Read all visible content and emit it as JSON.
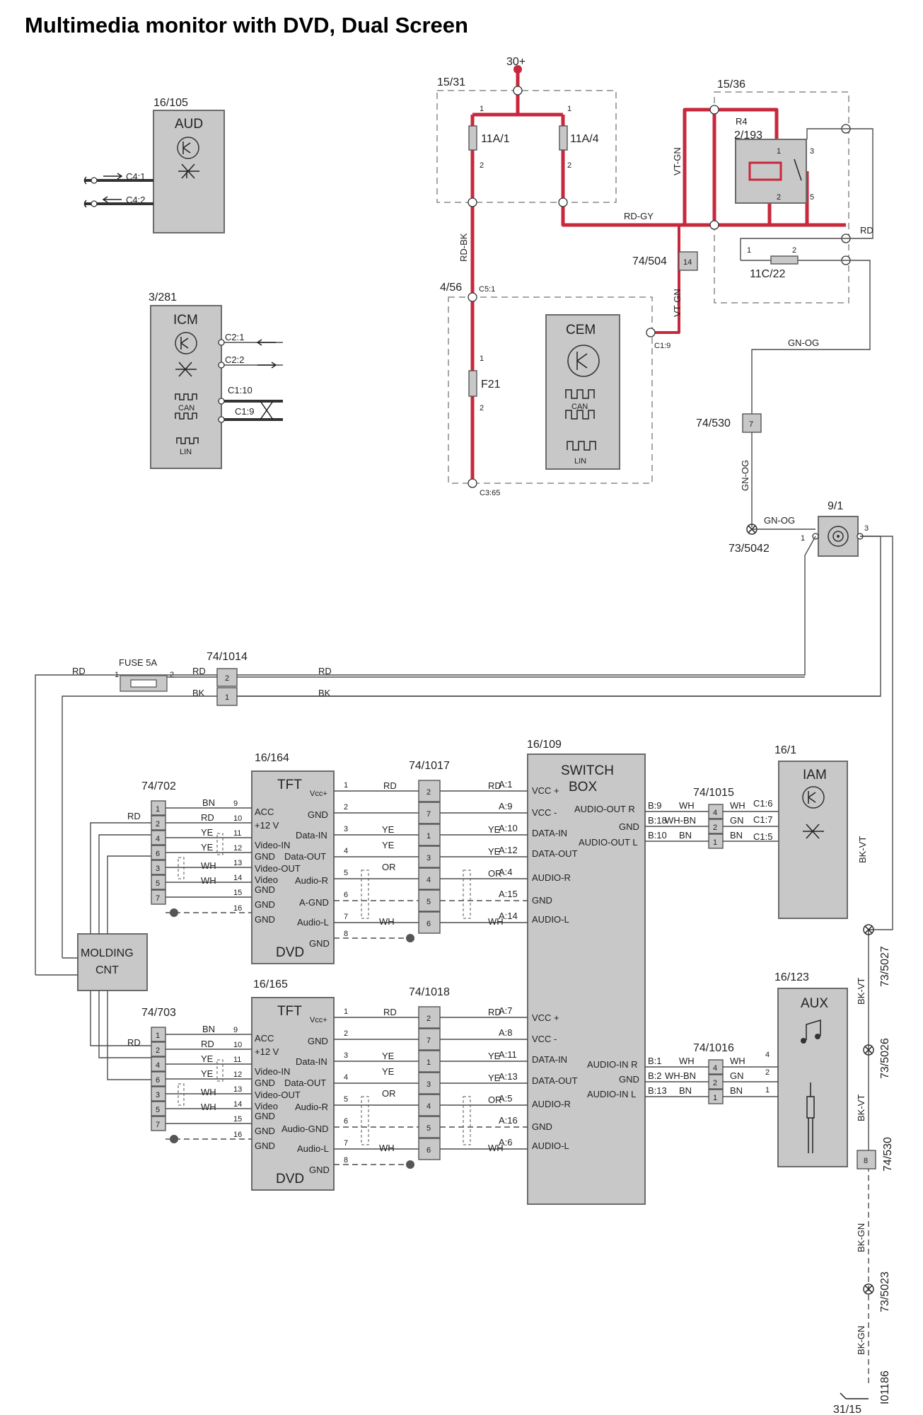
{
  "title": "Multimedia monitor with DVD, Dual Screen",
  "figure_id": "I01186",
  "supply": {
    "label": "30+"
  },
  "ground": {
    "label": "31/15"
  },
  "fusebox_1531": {
    "ref": "15/31",
    "fuse1": "11A/1",
    "fuse2": "11A/4"
  },
  "relaybox_1536": {
    "ref": "15/36",
    "relay": "R4",
    "relay_ref": "2/193",
    "fuse": "11C/22"
  },
  "box_456": {
    "ref": "4/56",
    "fuse": "F21",
    "conn_top": "C5:1",
    "conn_bottom": "C3:65"
  },
  "cem": {
    "name": "CEM",
    "pin": "C1:9"
  },
  "aud": {
    "ref": "16/105",
    "name": "AUD",
    "pins": [
      "C4:1",
      "C4:2"
    ]
  },
  "icm": {
    "ref": "3/281",
    "name": "ICM",
    "pins": [
      "C2:1",
      "C2:2",
      "C1:10",
      "C1:9"
    ]
  },
  "can_label": "CAN",
  "lin_label": "LIN",
  "connectors": {
    "c74_504": {
      "ref": "74/504",
      "pin": "14"
    },
    "c74_530_top": {
      "ref": "74/530",
      "pin": "7"
    },
    "c74_530_bottom": {
      "ref": "74/530",
      "pin": "8"
    },
    "c74_1014": {
      "ref": "74/1014",
      "pins": [
        "2",
        "1"
      ]
    },
    "c74_702": {
      "ref": "74/702",
      "pins": [
        "1",
        "2",
        "4",
        "6",
        "3",
        "5",
        "7"
      ]
    },
    "c74_703": {
      "ref": "74/703",
      "pins": [
        "1",
        "2",
        "4",
        "6",
        "3",
        "5",
        "7"
      ]
    },
    "c74_1017": {
      "ref": "74/1017",
      "pins": [
        "2",
        "7",
        "1",
        "3",
        "4",
        "5",
        "6"
      ]
    },
    "c74_1018": {
      "ref": "74/1018",
      "pins": [
        "2",
        "7",
        "1",
        "3",
        "4",
        "5",
        "6"
      ]
    },
    "c74_1015": {
      "ref": "74/1015",
      "pins": [
        "4",
        "2",
        "1"
      ]
    },
    "c74_1016": {
      "ref": "74/1016",
      "pins": [
        "4",
        "2",
        "1"
      ]
    }
  },
  "ground_points": [
    "73/5042",
    "73/5027",
    "73/5026",
    "73/5023"
  ],
  "antenna": {
    "ref": "9/1",
    "pins": [
      "1",
      "3"
    ]
  },
  "fuse5a": {
    "label": "FUSE 5A",
    "pins": [
      "1",
      "2"
    ]
  },
  "molding": {
    "line1": "MOLDING",
    "line2": "CNT"
  },
  "tft1": {
    "ref": "16/164",
    "name": "TFT",
    "sub": "DVD",
    "pins": [
      "Vcc+",
      "GND",
      "Data-IN",
      "GND",
      "Data-OUT",
      "Audio-R",
      "A-GND",
      "Audio-L",
      "GND"
    ],
    "left_pins": [
      "ACC",
      "+12 V",
      "Video-IN",
      "GND",
      "Video-OUT",
      "Video",
      "GND",
      "GND",
      "GND"
    ]
  },
  "tft2": {
    "ref": "16/165",
    "name": "TFT",
    "sub": "DVD",
    "pins": [
      "Vcc+",
      "GND",
      "Data-IN",
      "GND",
      "Data-OUT",
      "Audio-R",
      "Audio-GND",
      "Audio-L",
      "GND"
    ],
    "left_pins": [
      "ACC",
      "+12 V",
      "Video-IN",
      "GND",
      "Video-OUT",
      "Video",
      "GND",
      "GND",
      "GND"
    ]
  },
  "switchbox": {
    "ref": "16/109",
    "line1": "SWITCH",
    "line2": "BOX",
    "left_pins": [
      "VCC +",
      "VCC -",
      "DATA-IN",
      "DATA-OUT",
      "AUDIO-R",
      "GND",
      "AUDIO-L"
    ],
    "right_top": [
      "AUDIO-OUT R",
      "GND",
      "AUDIO-OUT L"
    ],
    "right_bottom": [
      "AUDIO-IN R",
      "GND",
      "AUDIO-IN L"
    ],
    "pins_a": [
      "A:1",
      "A:9",
      "A:10",
      "A:12",
      "A:4",
      "A:15",
      "A:14"
    ],
    "pins_a2": [
      "A:7",
      "A:8",
      "A:11",
      "A:13",
      "A:5",
      "A:16",
      "A:6"
    ],
    "pins_b": [
      "B:9",
      "B:18",
      "B:10"
    ],
    "pins_b2": [
      "B:1",
      "B:2",
      "B:13"
    ]
  },
  "iam": {
    "ref": "16/1",
    "name": "IAM",
    "pins": [
      "C1:6",
      "C1:7",
      "C1:5"
    ]
  },
  "aux": {
    "ref": "16/123",
    "name": "AUX",
    "pins": [
      "4",
      "2",
      "1"
    ]
  },
  "wire_colors": {
    "rd": "RD",
    "bk": "BK",
    "bn": "BN",
    "ye": "YE",
    "wh": "WH",
    "or": "OR",
    "gn": "GN",
    "rd_bk": "RD-BK",
    "rd_gy": "RD-GY",
    "vt_gn": "VT-GN",
    "gn_og": "GN-OG",
    "bk_vt": "BK-VT",
    "bk_gn": "BK-GN",
    "wh_bn": "WH-BN"
  },
  "numbers": [
    "1",
    "2",
    "3",
    "4",
    "5",
    "6",
    "7",
    "8",
    "9",
    "10",
    "11",
    "12",
    "13",
    "14",
    "15",
    "16"
  ],
  "colors": {
    "power_wire": "#c8283c",
    "component_fill": "#c8c8c8",
    "wire": "#4d4d4d"
  }
}
